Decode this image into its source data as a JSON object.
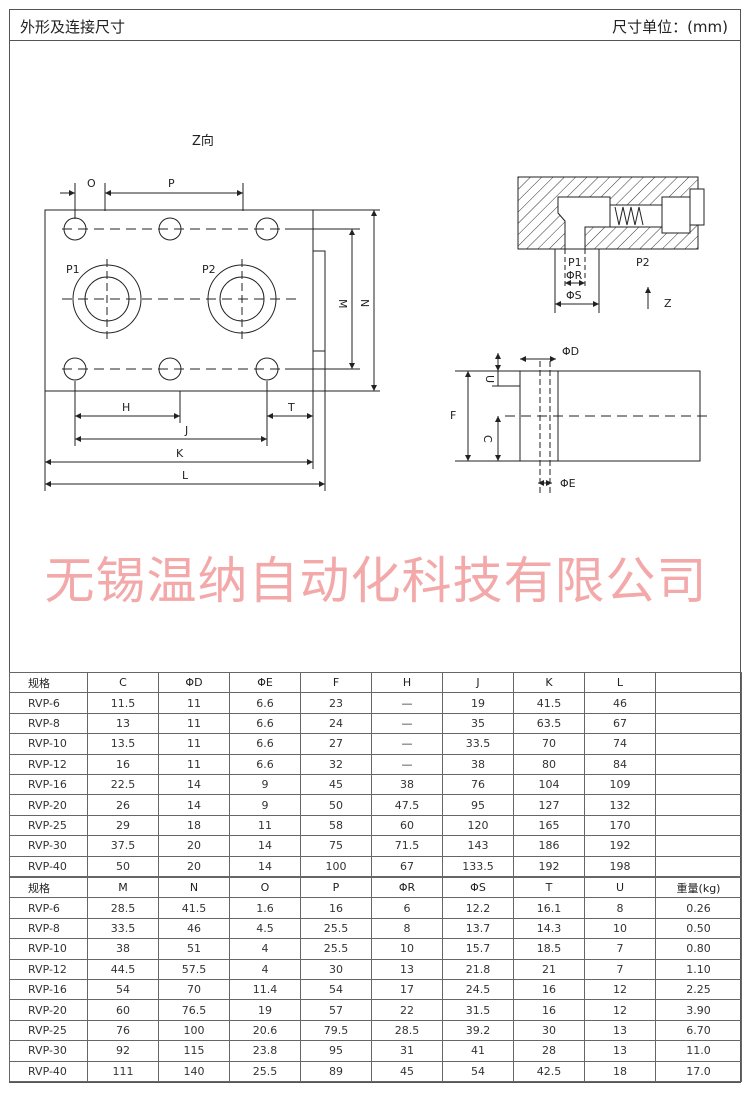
{
  "header": {
    "title": "外形及连接尺寸",
    "units": "尺寸单位：(mm)"
  },
  "drawing": {
    "view_label": "Z向",
    "labels": {
      "O": "O",
      "P": "P",
      "P1": "P1",
      "P2": "P2",
      "M": "M",
      "N": "N",
      "H": "H",
      "J": "J",
      "K": "K",
      "L": "L",
      "T": "T",
      "sec_P1": "P1",
      "sec_P2": "P2",
      "phiR": "ΦR",
      "phiS": "ΦS",
      "Z": "Z",
      "phiD": "ΦD",
      "phiE": "ΦE",
      "U": "U",
      "F": "F",
      "C": "C"
    }
  },
  "watermark": "无锡温纳自动化科技有限公司",
  "table1": {
    "headers": [
      "规格",
      "C",
      "ΦD",
      "ΦE",
      "F",
      "H",
      "J",
      "K",
      "L",
      ""
    ],
    "rows": [
      [
        "RVP-6",
        "11.5",
        "11",
        "6.6",
        "23",
        "—",
        "19",
        "41.5",
        "46",
        ""
      ],
      [
        "RVP-8",
        "13",
        "11",
        "6.6",
        "24",
        "—",
        "35",
        "63.5",
        "67",
        ""
      ],
      [
        "RVP-10",
        "13.5",
        "11",
        "6.6",
        "27",
        "—",
        "33.5",
        "70",
        "74",
        ""
      ],
      [
        "RVP-12",
        "16",
        "11",
        "6.6",
        "32",
        "—",
        "38",
        "80",
        "84",
        ""
      ],
      [
        "RVP-16",
        "22.5",
        "14",
        "9",
        "45",
        "38",
        "76",
        "104",
        "109",
        ""
      ],
      [
        "RVP-20",
        "26",
        "14",
        "9",
        "50",
        "47.5",
        "95",
        "127",
        "132",
        ""
      ],
      [
        "RVP-25",
        "29",
        "18",
        "11",
        "58",
        "60",
        "120",
        "165",
        "170",
        ""
      ],
      [
        "RVP-30",
        "37.5",
        "20",
        "14",
        "75",
        "71.5",
        "143",
        "186",
        "192",
        ""
      ],
      [
        "RVP-40",
        "50",
        "20",
        "14",
        "100",
        "67",
        "133.5",
        "192",
        "198",
        ""
      ]
    ]
  },
  "table2": {
    "headers": [
      "规格",
      "M",
      "N",
      "O",
      "P",
      "ΦR",
      "ΦS",
      "T",
      "U",
      "重量(kg)"
    ],
    "rows": [
      [
        "RVP-6",
        "28.5",
        "41.5",
        "1.6",
        "16",
        "6",
        "12.2",
        "16.1",
        "8",
        "0.26"
      ],
      [
        "RVP-8",
        "33.5",
        "46",
        "4.5",
        "25.5",
        "8",
        "13.7",
        "14.3",
        "10",
        "0.50"
      ],
      [
        "RVP-10",
        "38",
        "51",
        "4",
        "25.5",
        "10",
        "15.7",
        "18.5",
        "7",
        "0.80"
      ],
      [
        "RVP-12",
        "44.5",
        "57.5",
        "4",
        "30",
        "13",
        "21.8",
        "21",
        "7",
        "1.10"
      ],
      [
        "RVP-16",
        "54",
        "70",
        "11.4",
        "54",
        "17",
        "24.5",
        "16",
        "12",
        "2.25"
      ],
      [
        "RVP-20",
        "60",
        "76.5",
        "19",
        "57",
        "22",
        "31.5",
        "16",
        "12",
        "3.90"
      ],
      [
        "RVP-25",
        "76",
        "100",
        "20.6",
        "79.5",
        "28.5",
        "39.2",
        "30",
        "13",
        "6.70"
      ],
      [
        "RVP-30",
        "92",
        "115",
        "23.8",
        "95",
        "31",
        "41",
        "28",
        "13",
        "11.0"
      ],
      [
        "RVP-40",
        "111",
        "140",
        "25.5",
        "89",
        "45",
        "54",
        "42.5",
        "18",
        "17.0"
      ]
    ]
  }
}
